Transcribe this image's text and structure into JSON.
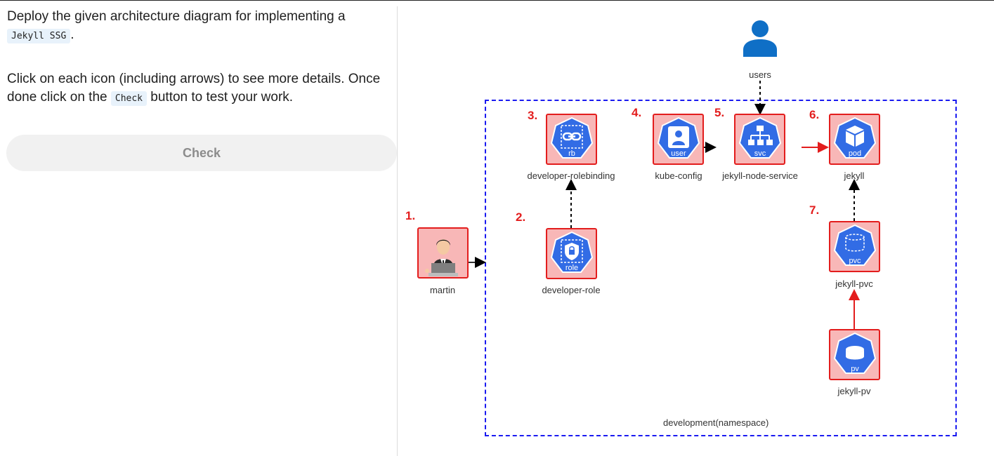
{
  "instructions": {
    "line1": "Deploy the given architecture diagram for implementing a",
    "code1": "Jekyll SSG",
    "period": ".",
    "para2_a": "Click on each icon (including arrows) to see more details. Once done click on the",
    "code2": "Check",
    "para2_b": "button to test your work."
  },
  "check_button": {
    "label": "Check"
  },
  "diagram": {
    "namespace_label": "development(namespace)",
    "users_label": "users",
    "steps": [
      "1.",
      "2.",
      "3.",
      "4.",
      "5.",
      "6.",
      "7."
    ],
    "nodes": {
      "martin": {
        "label": "martin"
      },
      "role": {
        "label": "developer-role",
        "tag": "role"
      },
      "rolebinding": {
        "label": "developer-rolebinding",
        "tag": "rb"
      },
      "kubeconfig": {
        "label": "kube-config",
        "tag": "user"
      },
      "service": {
        "label": "jekyll-node-service",
        "tag": "svc"
      },
      "pod": {
        "label": "jekyll",
        "tag": "pod"
      },
      "pvc": {
        "label": "jekyll-pvc",
        "tag": "pvc"
      },
      "pv": {
        "label": "jekyll-pv",
        "tag": "pv"
      }
    },
    "colors": {
      "accent_red": "#e31d1d",
      "node_fill": "#f8b7b7",
      "k8s_blue": "#326ce5",
      "namespace_border": "#1a1af0"
    }
  }
}
